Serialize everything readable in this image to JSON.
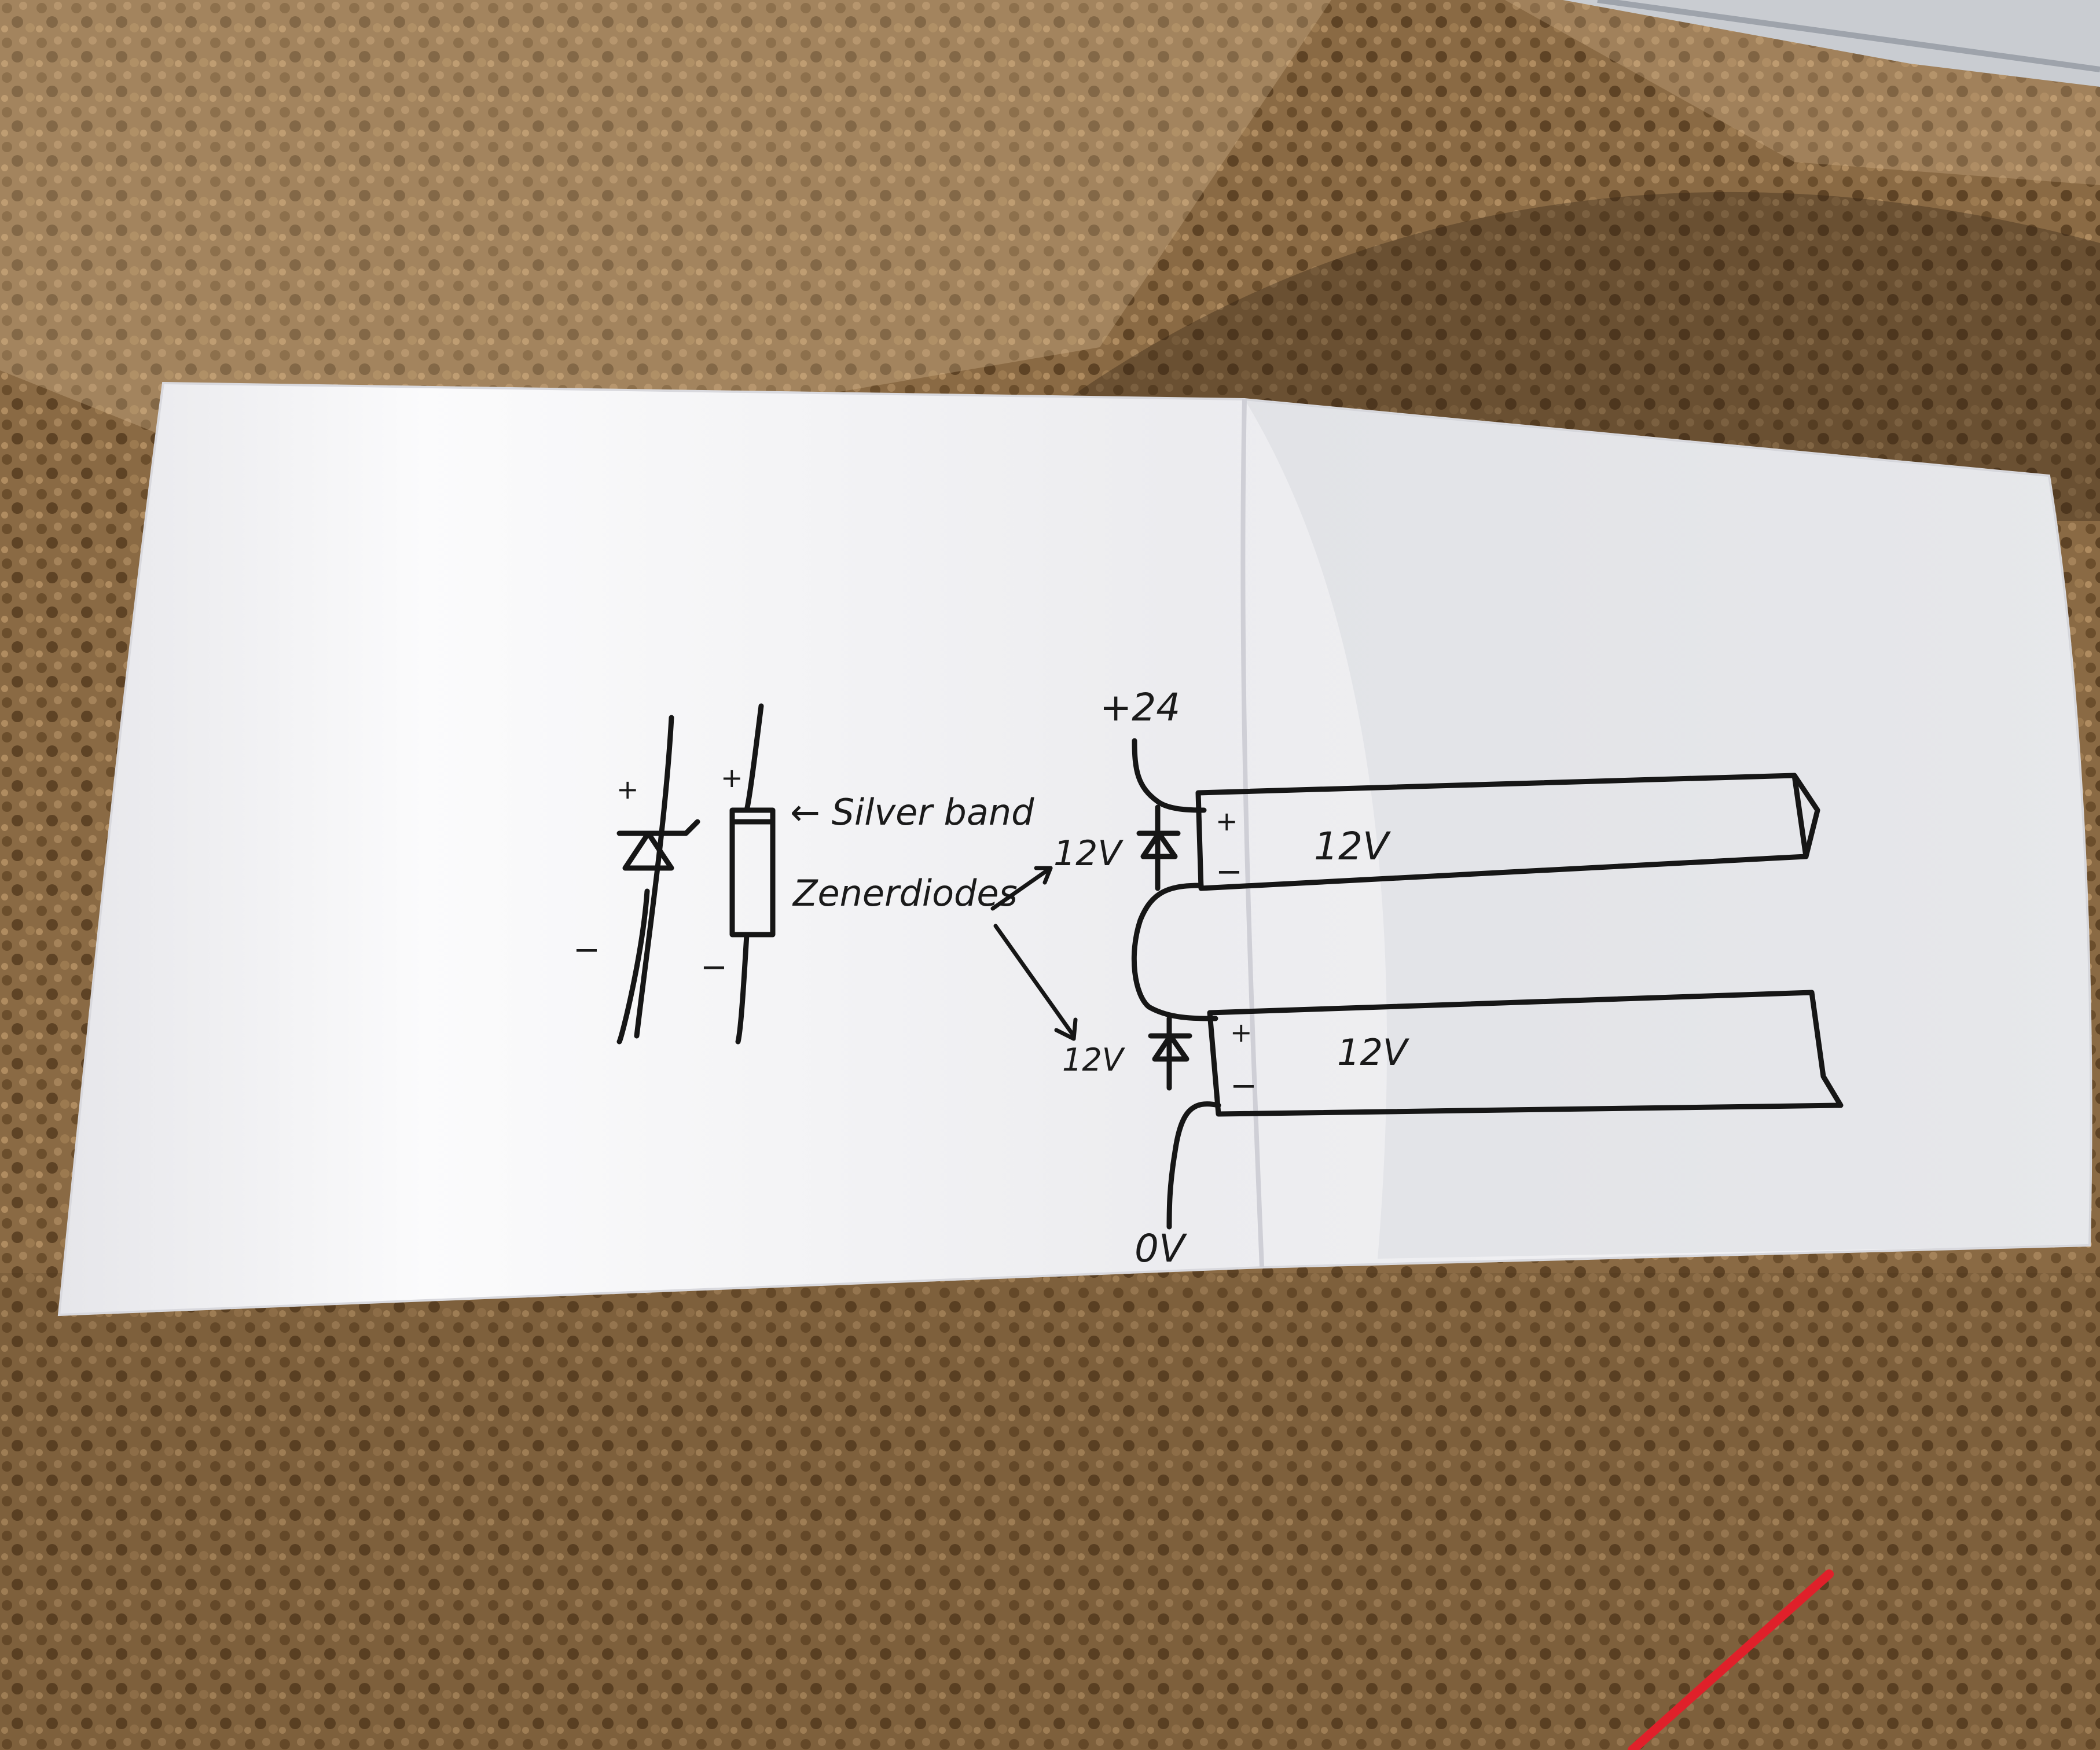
{
  "colors": {
    "carpet": "#8a6a44",
    "carpet_dark": "#5e4325",
    "carpet_light": "#b08c60",
    "paper": "#f2f2f4",
    "ink": "#161616",
    "wire": "#e0202a"
  },
  "sketch": {
    "band_label": "← Silver band",
    "zener_label": "Zenerdiodes",
    "plus_sign": "+",
    "minus_sign": "−",
    "supply_top": "+24",
    "supply_bottom": "0V",
    "zener_top_voltage": "12V",
    "zener_bottom_voltage": "12V",
    "strip_top_voltage": "12V",
    "strip_bottom_voltage": "12V"
  }
}
